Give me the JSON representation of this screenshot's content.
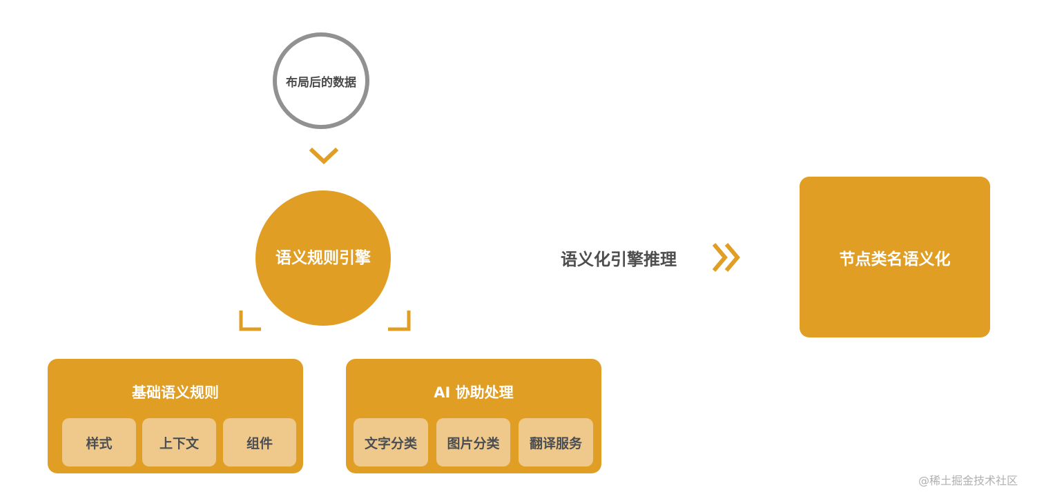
{
  "diagram": {
    "input_node": {
      "label": "布局后的数据",
      "border_color": "#919191"
    },
    "engine_node": {
      "label": "语义规则引擎",
      "fill_color": "#e09e24"
    },
    "groups": [
      {
        "title": "基础语义规则",
        "items": [
          "样式",
          "上下文",
          "组件"
        ]
      },
      {
        "title": "AI 协助处理",
        "items": [
          "文字分类",
          "图片分类",
          "翻译服务"
        ]
      }
    ],
    "inference_label": "语义化引擎推理",
    "output_node": {
      "label": "节点类名语义化"
    },
    "colors": {
      "accent": "#e09e24",
      "chip": "#efc98c",
      "text_dark": "#4a4d52",
      "gray_ring": "#919191"
    },
    "edges": [
      {
        "from": "布局后的数据",
        "to": "语义规则引擎",
        "icon": "chevron-down"
      },
      {
        "from": "语义规则引擎",
        "to": "基础语义规则",
        "icon": "corner-bracket-left"
      },
      {
        "from": "语义规则引擎",
        "to": "AI 协助处理",
        "icon": "corner-bracket-right"
      },
      {
        "from": "语义化引擎推理",
        "to": "节点类名语义化",
        "icon": "double-chevron-right"
      }
    ]
  },
  "watermark": "@稀土掘金技术社区"
}
